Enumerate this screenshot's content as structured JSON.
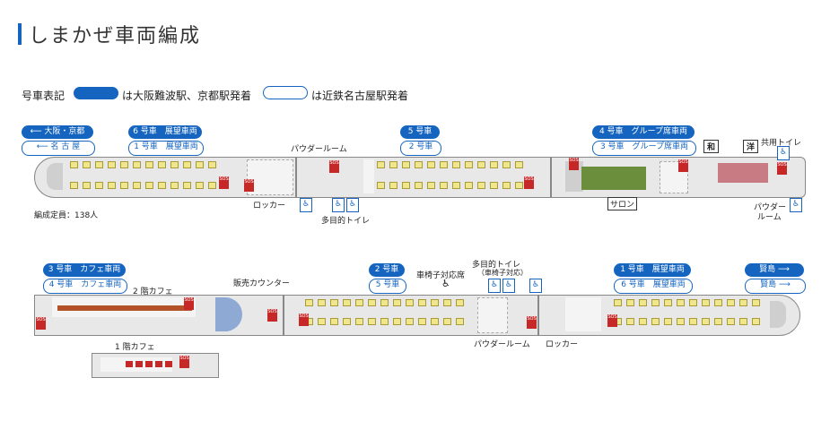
{
  "title": "しまかぜ車両編成",
  "legend": {
    "label": "号車表記",
    "solid_text": "は大阪難波駅、京都駅発着",
    "outline_text": "は近鉄名古屋駅発着",
    "color": "#1565c0"
  },
  "train1": {
    "dir_solid": "⟵ 大阪・京都",
    "dir_outline": "⟵ 名 古 屋",
    "car6_solid": "6 号車　展望車両",
    "car6_outline": "1 号車　展望車両",
    "car5_solid": "5 号車",
    "car5_outline": "2 号車",
    "car4_solid": "4 号車　グループ席車両",
    "car4_outline": "3 号車　グループ席車両",
    "capacity": "編成定員：138人",
    "labels": {
      "powder": "パウダールーム",
      "locker": "ロッカー",
      "multi_toilet": "多目的トイレ",
      "shared_toilet": "共用トイレ",
      "powder2a": "パウダー",
      "powder2b": "ルーム",
      "salon": "サロン",
      "wa": "和",
      "yo": "洋"
    }
  },
  "train2": {
    "car3_solid": "3 号車　カフェ車両",
    "car3_outline": "4 号車　カフェ車両",
    "car2_solid": "2 号車",
    "car2_outline": "5 号車",
    "car1_solid": "1 号車　展望車両",
    "car1_outline": "6 号車　展望車両",
    "dir_solid": "賢島 ⟶",
    "dir_outline": "賢島 ⟶",
    "labels": {
      "cafe2f": "2 階カフェ",
      "counter": "販売カウンター",
      "wheelchair": "車椅子対応席",
      "multi_toilet": "多目的トイレ",
      "multi_toilet_sub": "（車椅子対応）",
      "powder": "パウダールーム",
      "locker": "ロッカー",
      "cafe1f": "1 階カフェ"
    }
  }
}
